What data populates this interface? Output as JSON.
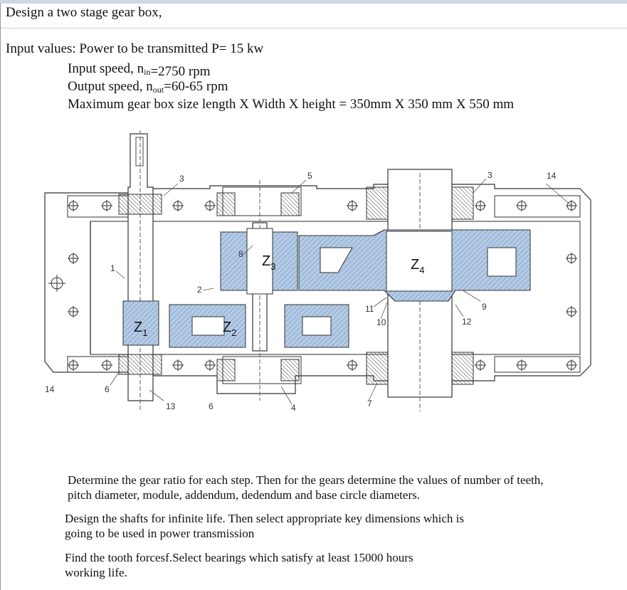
{
  "header": {
    "title": "Design a two stage gear box,"
  },
  "inputs": {
    "power_line": "Input values: Power to be transmitted P=  15 kw",
    "input_speed_prefix": "Input speed, n",
    "input_speed_sub": "in",
    "input_speed_value": "=2750 rpm",
    "output_speed_prefix": "Output speed, n",
    "output_speed_sub": "out",
    "output_speed_value": "=60-65 rpm",
    "size_line": "Maximum gear box size length X Width X height = 350mm X 350 mm X 550 mm"
  },
  "figure": {
    "gear_labels": {
      "z1": "Z",
      "z1_sub": "1",
      "z2": "Z",
      "z2_sub": "2",
      "z3": "Z",
      "z3_sub": "3",
      "z4": "Z",
      "z4_sub": "4"
    },
    "part_numbers": {
      "n3_left": "3",
      "n5": "5",
      "n3_right": "3",
      "n14_top": "14",
      "n1": "1",
      "n8": "8",
      "n2": "2",
      "n11": "11",
      "n10": "10",
      "n9": "9",
      "n12": "12",
      "n14_left": "14",
      "n6_left": "6",
      "n13": "13",
      "n6_bottom": "6",
      "n4": "4",
      "n7": "7"
    },
    "colors": {
      "gear_fill": "#b3cbe6",
      "line": "#333333"
    }
  },
  "tasks": {
    "t1_line1": "Determine the gear ratio for each step. Then for the gears determine the values of number of teeth,",
    "t1_line2": "pitch diameter, module, addendum, dedendum and base circle diameters.",
    "t2_line1": "Design the shafts for infinite life. Then select appropriate key dimensions which is",
    "t2_line2": "going to be used in power transmission",
    "t3_line1": "Find the tooth forcesf.Select bearings which satisfy at least 15000 hours",
    "t3_line2": "working life."
  }
}
